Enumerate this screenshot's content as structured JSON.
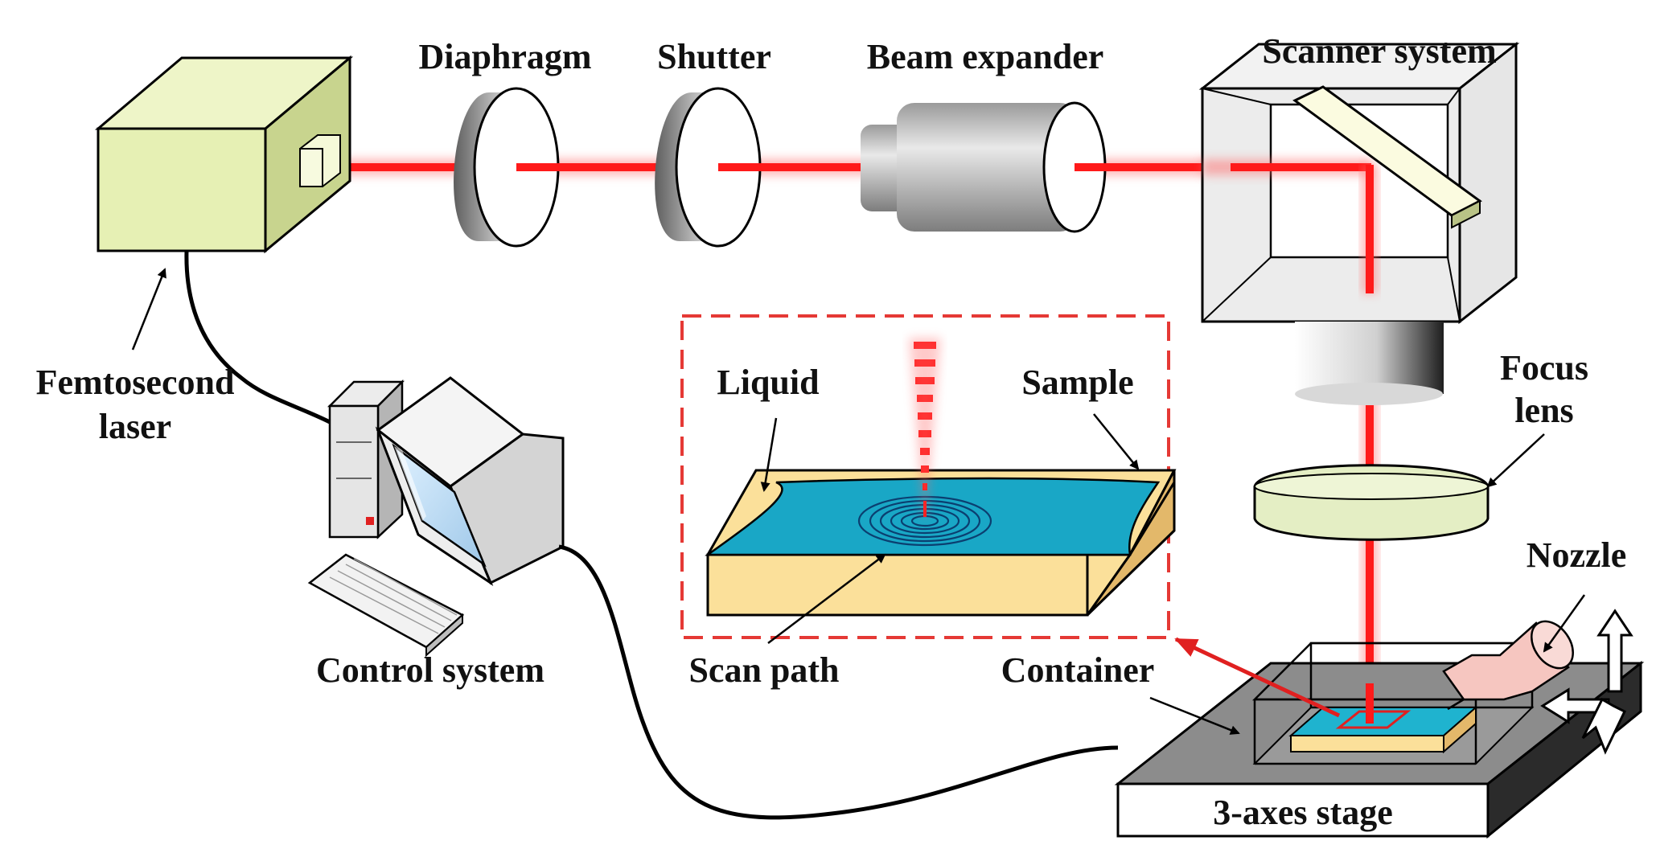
{
  "labels": {
    "diaphragm": "Diaphragm",
    "shutter": "Shutter",
    "beam_expander": "Beam expander",
    "scanner_system": "Scanner system",
    "femtosecond_line1": "Femtosecond",
    "femtosecond_line2": "laser",
    "liquid": "Liquid",
    "sample": "Sample",
    "focus_line1": "Focus",
    "focus_line2": "lens",
    "nozzle": "Nozzle",
    "control_system": "Control system",
    "scan_path": "Scan path",
    "container": "Container",
    "stage": "3-axes stage"
  },
  "colors": {
    "laser_beam": "#ff2a2a",
    "laser_box": "#e6f0b4",
    "liquid": "#19a7c6",
    "sample": "#fbe09a",
    "inset_border": "#e53935",
    "stage": "#8c8c8c",
    "nozzle": "#f6c6c0"
  }
}
